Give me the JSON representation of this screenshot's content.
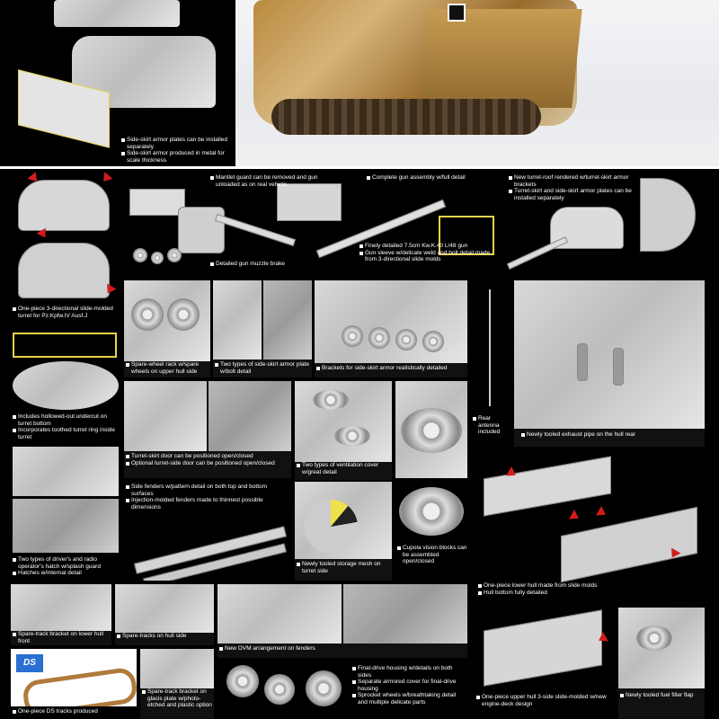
{
  "top_left": {
    "bullets": [
      "Side-skirt armor plates can be installed separately",
      "Side-skirt armor produced in metal for scale thickness"
    ]
  },
  "turret": {
    "bullets": [
      "One-piece 3-directional slide-molded turret for Pz.Kpfw.IV Ausf.J"
    ]
  },
  "gun": {
    "bullets_left": [
      "Mantlet guard can be removed and gun unloaded as on real vehicle"
    ],
    "bullets_right": [
      "Complete gun assembly w/full detail"
    ],
    "bullets_brake": [
      "Detailed gun muzzle brake"
    ],
    "bullets_barrel": [
      "Finely detailed 7.5cm Kw.K.40 L/48 gun",
      "Gun sleeve w/delicate weld and bolt detail made from 3-directional slide molds"
    ]
  },
  "turret_skirt": {
    "bullets": [
      "New turret-roof rendered w/turret-skirt armor brackets",
      "Turret-skirt and side-skirt armor plates can be installed separately"
    ]
  },
  "hull_side": {
    "spare_wheel": [
      "Spare-wheel rack w/spare wheels on upper hull side"
    ],
    "skirt_types": [
      "Two types of side-skirt armor plate w/bolt detail"
    ],
    "brackets": [
      "Brackets for side-skirt armor realistically detailed"
    ],
    "antenna": [
      "Rear antenna included"
    ],
    "exhaust": [
      "Newly tooled exhaust pipe on the hull rear"
    ]
  },
  "turret_ring": {
    "bullets": [
      "Includes hollowed-out undercut on turret bottom",
      "Incorporates toothed turret ring inside turret"
    ]
  },
  "turret_door": {
    "bullets": [
      "Turret-skirt door can be positioned open/closed",
      "Optional turret-side door can be positioned open/closed"
    ]
  },
  "vent": {
    "bullets": [
      "Two types of ventilation cover w/great detail"
    ]
  },
  "fenders": {
    "bullets": [
      "Side fenders w/pattern detail on both top and bottom surfaces",
      "Injection-molded fenders made to thinnest possible dimensions"
    ]
  },
  "hatch": {
    "bullets": [
      "Two types of driver's and radio operator's hatch w/splash guard",
      "Hatches w/internal detail"
    ]
  },
  "storage": {
    "bullets": [
      "Newly tooled storage mesh on turret side"
    ]
  },
  "cupola": {
    "bullets": [
      "Cupola vision blocks can be assembled open/closed"
    ]
  },
  "lower_hull": {
    "bullets": [
      "One-piece lower hull made from slide molds",
      "Hull bottom fully detailed"
    ]
  },
  "tracks": {
    "spare_lower": [
      "Spare-track bracket on lower hull front"
    ],
    "spare_side": [
      "Spare-tracks on hull side"
    ],
    "ovm": [
      "New OVM arrangement on fenders"
    ],
    "ds": [
      "One-piece DS tracks produced"
    ],
    "spare_bracket": [
      "Spare-track bracket on glacis plate w/photo-etched and plastic option"
    ]
  },
  "drive": {
    "bullets": [
      "Final-drive housing w/details on both sides",
      "Separate armored cover for final-drive housing",
      "Sprocket wheels w/breathtaking detail and multiple delicate parts"
    ]
  },
  "upper_hull": {
    "bullets": [
      "One-piece upper hull 3-side slide-molded w/new engine-deck design"
    ]
  },
  "fuel": {
    "bullets": [
      "Newly tooled fuel filler flap"
    ]
  },
  "ds_logo": "DS",
  "colors": {
    "bg": "#000000",
    "arrow": "#d21c1c",
    "frame": "#e6d24a",
    "caption": "#ffffff"
  }
}
